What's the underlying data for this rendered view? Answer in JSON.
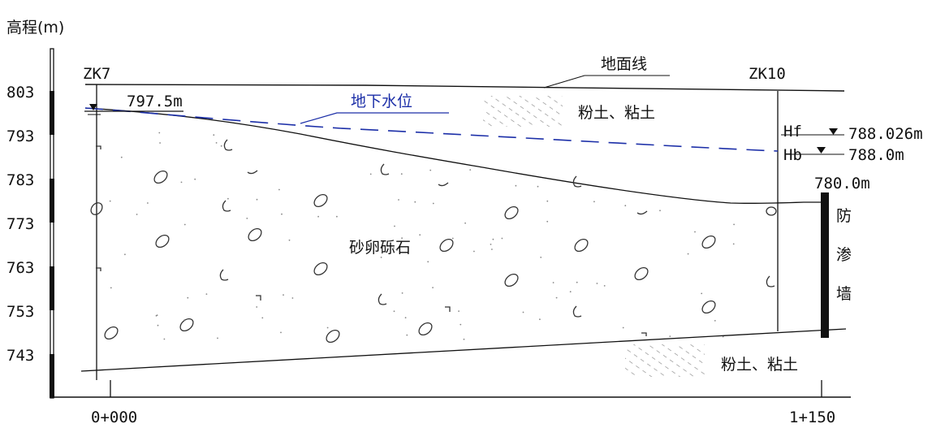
{
  "axis": {
    "y_title": "高程(m)",
    "elevations": [
      "803",
      "793",
      "783",
      "773",
      "763",
      "753",
      "743"
    ],
    "stations": [
      "0+000",
      "1+150"
    ]
  },
  "boreholes": {
    "left": "ZK7",
    "right": "ZK10"
  },
  "labels": {
    "ground_line": "地面线",
    "groundwater": "地下水位",
    "water_level_left": "797.5m",
    "silt_clay_top": "粉土、粘土",
    "silt_clay_bottom": "粉土、粘土",
    "gravel": "砂卵砾石",
    "hf_symbol": "Hf",
    "hf_value": "788.026m",
    "hb_symbol": "Hb",
    "hb_value": "788.0m",
    "wall_top": "780.0m",
    "wall_name": [
      "防",
      "渗",
      "墙"
    ]
  },
  "colors": {
    "groundwater": "#1c2fa8",
    "line": "#111111"
  }
}
